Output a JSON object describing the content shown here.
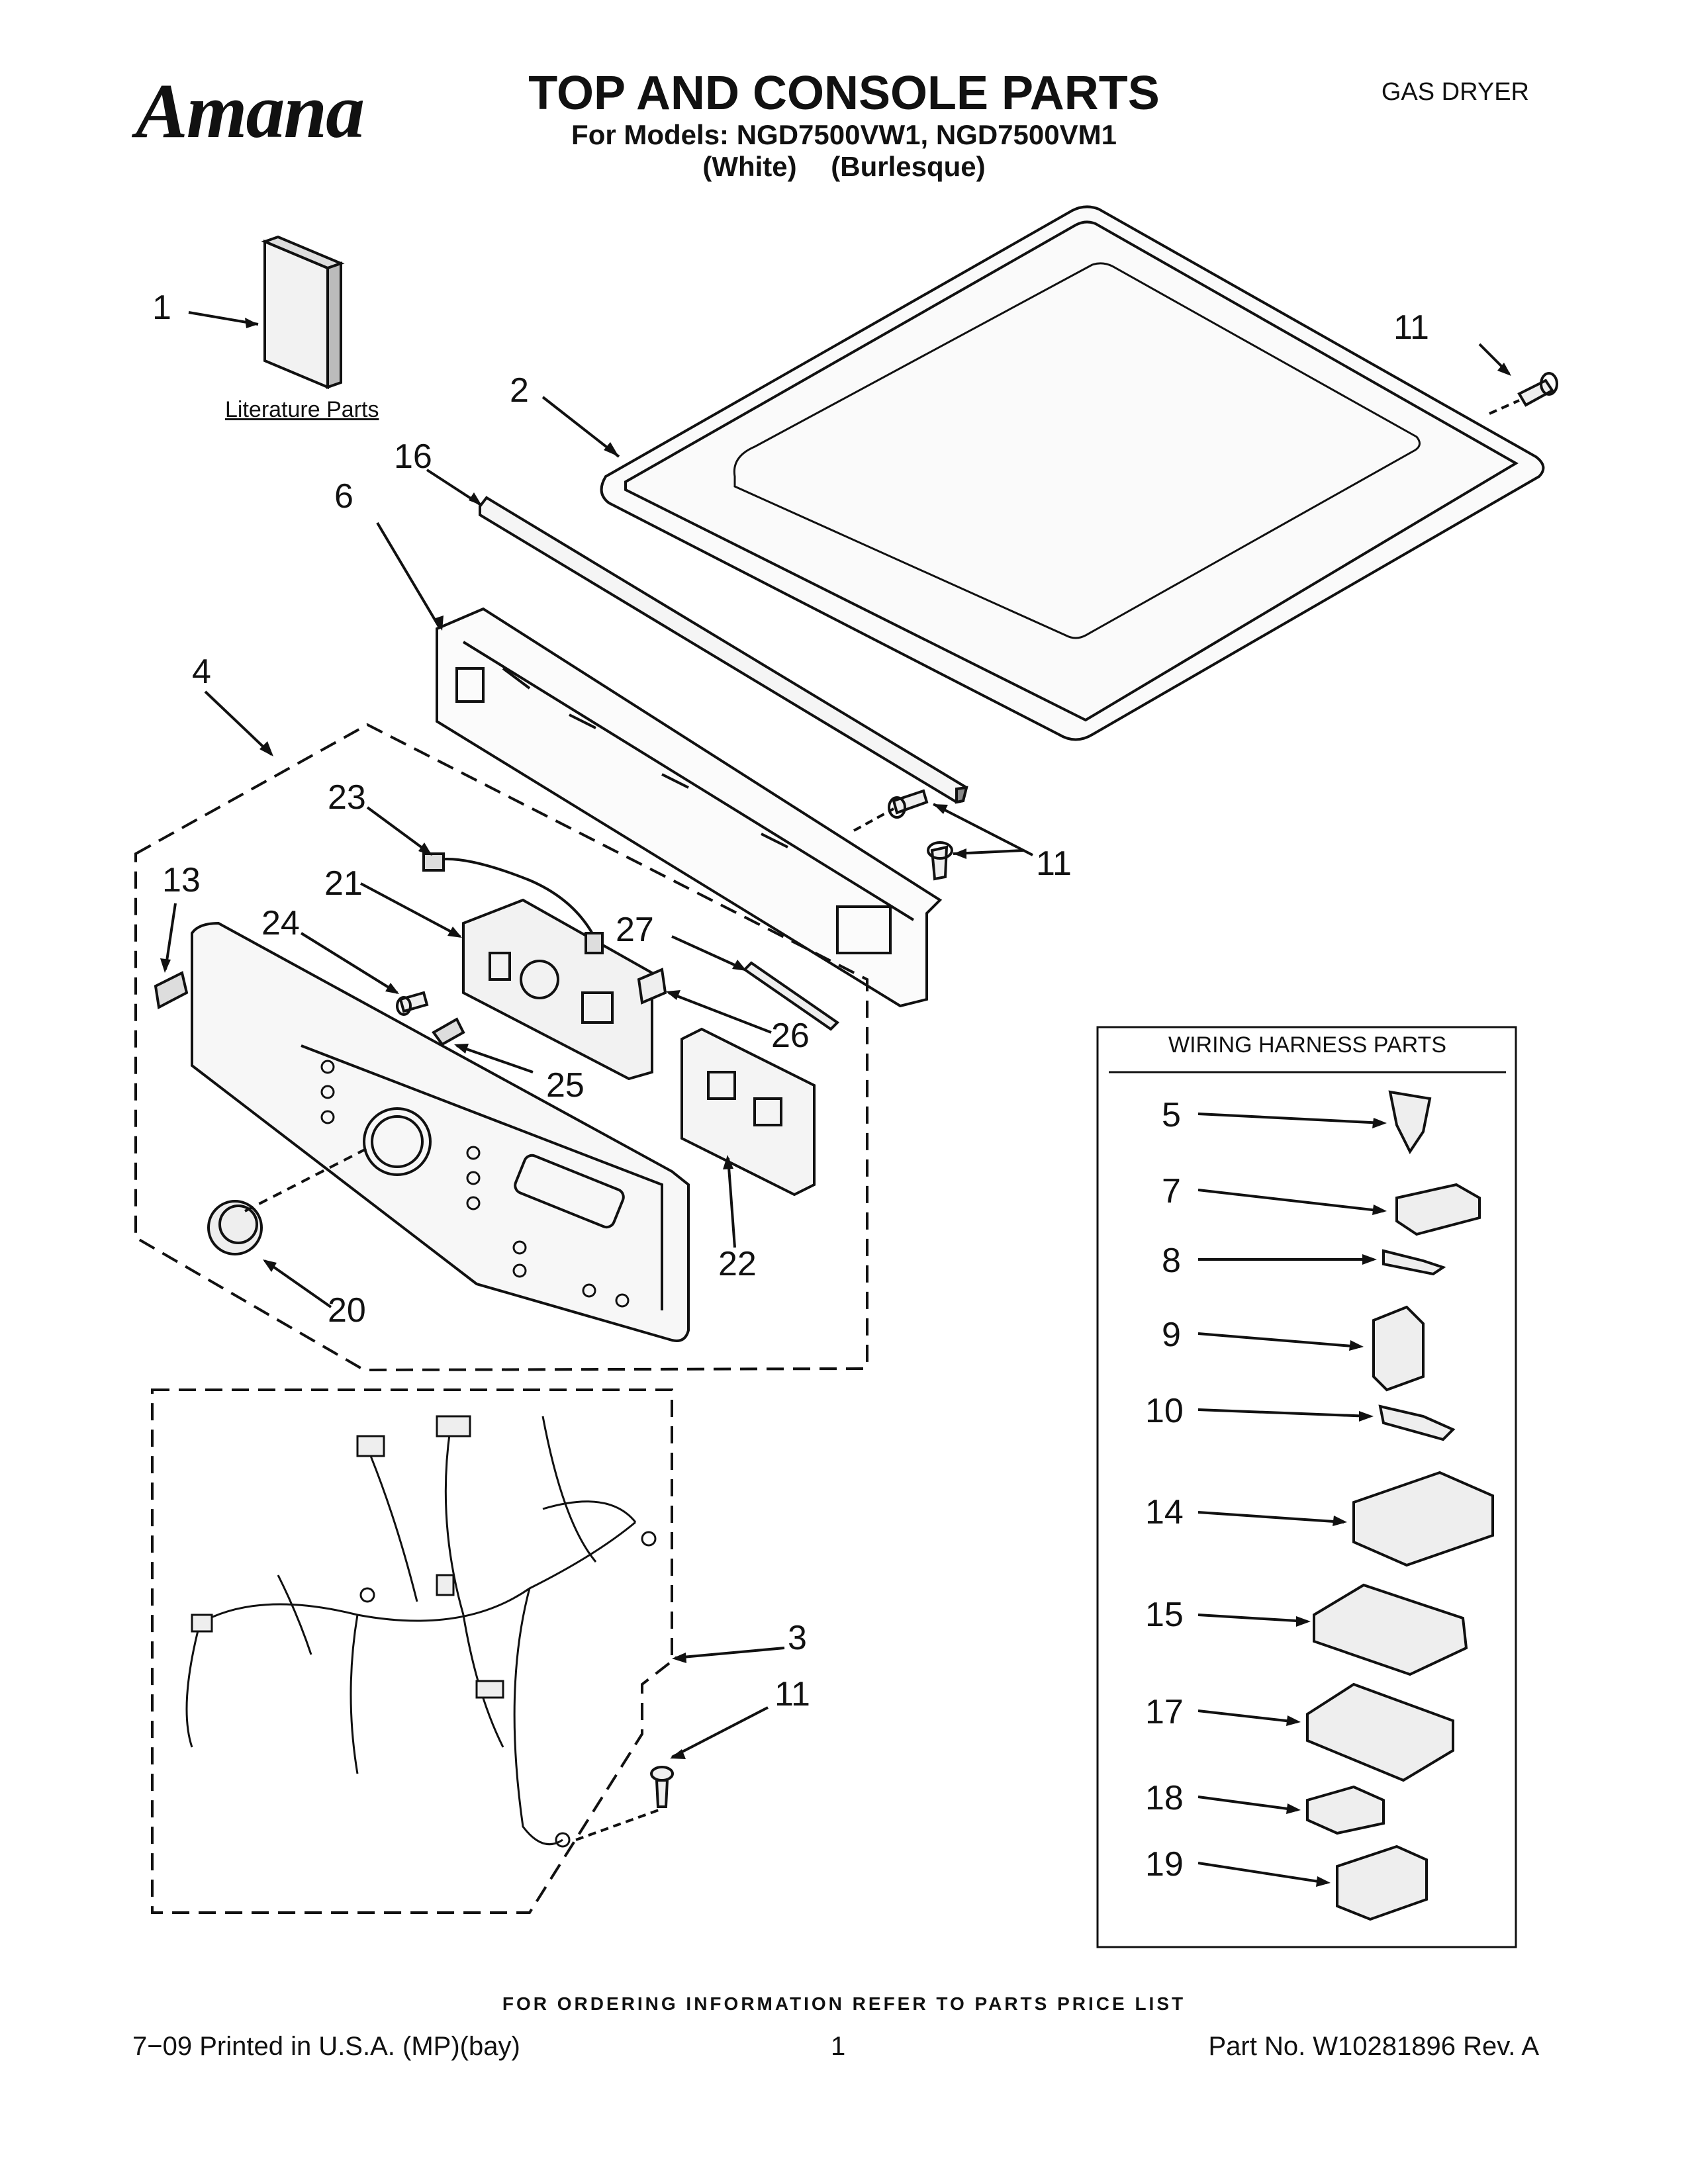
{
  "header": {
    "brand": "Amana",
    "title": "TOP AND CONSOLE PARTS",
    "models_line": "For Models: NGD7500VW1, NGD7500VM1",
    "colors_line": "(White) (Burlesque)",
    "category": "GAS DRYER"
  },
  "literature_label": "Literature Parts",
  "wiring_box_title": "WIRING HARNESS PARTS",
  "callouts": {
    "c1": "1",
    "c2": "2",
    "c3": "3",
    "c4": "4",
    "c6": "6",
    "c11a": "11",
    "c11b": "11",
    "c11c": "11",
    "c13": "13",
    "c16": "16",
    "c20": "20",
    "c21": "21",
    "c22": "22",
    "c23": "23",
    "c24": "24",
    "c25": "25",
    "c26": "26",
    "c27": "27"
  },
  "wiring_items": [
    "5",
    "7",
    "8",
    "9",
    "10",
    "14",
    "15",
    "17",
    "18",
    "19"
  ],
  "footer": {
    "note": "FOR ORDERING INFORMATION REFER TO PARTS PRICE LIST",
    "left": "7−09 Printed in U.S.A. (MP)(bay)",
    "page": "1",
    "part_no": "Part No. W10281896 Rev. A"
  }
}
